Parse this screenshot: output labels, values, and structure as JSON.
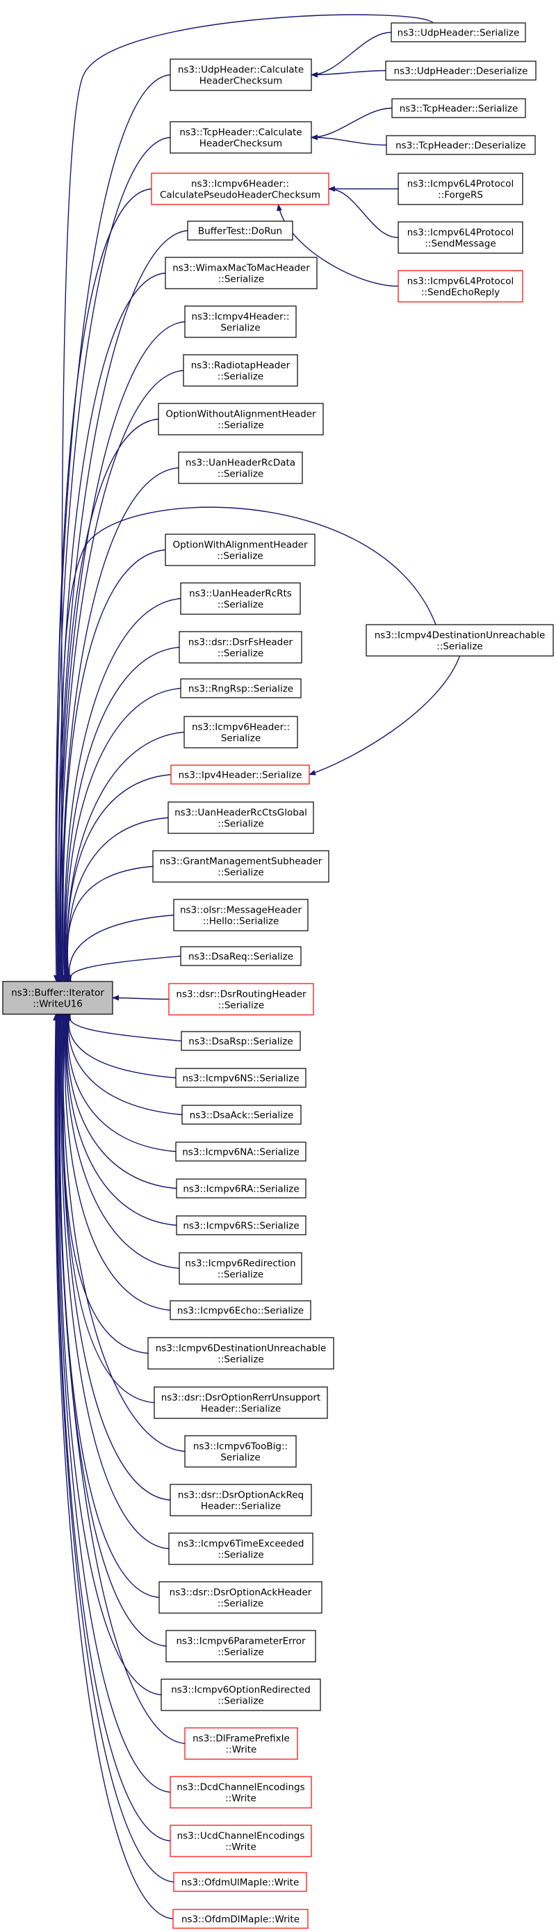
{
  "root": {
    "id": "root",
    "lines": [
      "ns3::Buffer::Iterator",
      "::WriteU16"
    ]
  },
  "nodes": [
    {
      "id": "udp_calc",
      "lines": [
        "ns3::UdpHeader::Calculate",
        "HeaderChecksum"
      ],
      "red": false
    },
    {
      "id": "tcp_calc",
      "lines": [
        "ns3::TcpHeader::Calculate",
        "HeaderChecksum"
      ],
      "red": false
    },
    {
      "id": "icmpv6_calc",
      "lines": [
        "ns3::Icmpv6Header::",
        "CalculatePseudoHeaderChecksum"
      ],
      "red": true
    },
    {
      "id": "buffertest",
      "lines": [
        "BufferTest::DoRun"
      ],
      "red": false
    },
    {
      "id": "wimax",
      "lines": [
        "ns3::WimaxMacToMacHeader",
        "::Serialize"
      ],
      "red": false
    },
    {
      "id": "icmpv4hdr",
      "lines": [
        "ns3::Icmpv4Header::",
        "Serialize"
      ],
      "red": false
    },
    {
      "id": "radiotap",
      "lines": [
        "ns3::RadiotapHeader",
        "::Serialize"
      ],
      "red": false
    },
    {
      "id": "optwithout",
      "lines": [
        "OptionWithoutAlignmentHeader",
        "::Serialize"
      ],
      "red": false
    },
    {
      "id": "uanrcdata",
      "lines": [
        "ns3::UanHeaderRcData",
        "::Serialize"
      ],
      "red": false
    },
    {
      "id": "optwith",
      "lines": [
        "OptionWithAlignmentHeader",
        "::Serialize"
      ],
      "red": false
    },
    {
      "id": "uanrcrts",
      "lines": [
        "ns3::UanHeaderRcRts",
        "::Serialize"
      ],
      "red": false
    },
    {
      "id": "dsrfs",
      "lines": [
        "ns3::dsr::DsrFsHeader",
        "::Serialize"
      ],
      "red": false
    },
    {
      "id": "rngrsp",
      "lines": [
        "ns3::RngRsp::Serialize"
      ],
      "red": false
    },
    {
      "id": "icmpv6hdr",
      "lines": [
        "ns3::Icmpv6Header::",
        "Serialize"
      ],
      "red": false
    },
    {
      "id": "ipv4hdr",
      "lines": [
        "ns3::Ipv4Header::Serialize"
      ],
      "red": true
    },
    {
      "id": "uanctsglobal",
      "lines": [
        "ns3::UanHeaderRcCtsGlobal",
        "::Serialize"
      ],
      "red": false
    },
    {
      "id": "grantmgmt",
      "lines": [
        "ns3::GrantManagementSubheader",
        "::Serialize"
      ],
      "red": false
    },
    {
      "id": "olsrhello",
      "lines": [
        "ns3::olsr::MessageHeader",
        "::Hello::Serialize"
      ],
      "red": false
    },
    {
      "id": "dsareq",
      "lines": [
        "ns3::DsaReq::Serialize"
      ],
      "red": false
    },
    {
      "id": "dsrrouting",
      "lines": [
        "ns3::dsr::DsrRoutingHeader",
        "::Serialize"
      ],
      "red": true
    },
    {
      "id": "dsarsp",
      "lines": [
        "ns3::DsaRsp::Serialize"
      ],
      "red": false
    },
    {
      "id": "icmpv6ns",
      "lines": [
        "ns3::Icmpv6NS::Serialize"
      ],
      "red": false
    },
    {
      "id": "dsaack",
      "lines": [
        "ns3::DsaAck::Serialize"
      ],
      "red": false
    },
    {
      "id": "icmpv6na",
      "lines": [
        "ns3::Icmpv6NA::Serialize"
      ],
      "red": false
    },
    {
      "id": "icmpv6ra",
      "lines": [
        "ns3::Icmpv6RA::Serialize"
      ],
      "red": false
    },
    {
      "id": "icmpv6rs",
      "lines": [
        "ns3::Icmpv6RS::Serialize"
      ],
      "red": false
    },
    {
      "id": "icmpv6redir",
      "lines": [
        "ns3::Icmpv6Redirection",
        "::Serialize"
      ],
      "red": false
    },
    {
      "id": "icmpv6echo",
      "lines": [
        "ns3::Icmpv6Echo::Serialize"
      ],
      "red": false
    },
    {
      "id": "icmpv6destun",
      "lines": [
        "ns3::Icmpv6DestinationUnreachable",
        "::Serialize"
      ],
      "red": false
    },
    {
      "id": "dsrrerr",
      "lines": [
        "ns3::dsr::DsrOptionRerrUnsupport",
        "Header::Serialize"
      ],
      "red": false
    },
    {
      "id": "icmpv6toobig",
      "lines": [
        "ns3::Icmpv6TooBig::",
        "Serialize"
      ],
      "red": false
    },
    {
      "id": "dsrackreq",
      "lines": [
        "ns3::dsr::DsrOptionAckReq",
        "Header::Serialize"
      ],
      "red": false
    },
    {
      "id": "icmpv6timeex",
      "lines": [
        "ns3::Icmpv6TimeExceeded",
        "::Serialize"
      ],
      "red": false
    },
    {
      "id": "dsrack",
      "lines": [
        "ns3::dsr::DsrOptionAckHeader",
        "::Serialize"
      ],
      "red": false
    },
    {
      "id": "icmpv6paramerr",
      "lines": [
        "ns3::Icmpv6ParameterError",
        "::Serialize"
      ],
      "red": false
    },
    {
      "id": "icmpv6optredir",
      "lines": [
        "ns3::Icmpv6OptionRedirected",
        "::Serialize"
      ],
      "red": false
    },
    {
      "id": "dlframe",
      "lines": [
        "ns3::DlFramePrefixIe",
        "::Write"
      ],
      "red": true
    },
    {
      "id": "dcdchan",
      "lines": [
        "ns3::DcdChannelEncodings",
        "::Write"
      ],
      "red": true
    },
    {
      "id": "ucdchan",
      "lines": [
        "ns3::UcdChannelEncodings",
        "::Write"
      ],
      "red": true
    },
    {
      "id": "ofdmul",
      "lines": [
        "ns3::OfdmUlMapIe::Write"
      ],
      "red": true
    },
    {
      "id": "ofdmdl",
      "lines": [
        "ns3::OfdmDlMapIe::Write"
      ],
      "red": true
    },
    {
      "id": "udp_ser",
      "lines": [
        "ns3::UdpHeader::Serialize"
      ],
      "red": false
    },
    {
      "id": "udp_deser",
      "lines": [
        "ns3::UdpHeader::Deserialize"
      ],
      "red": false
    },
    {
      "id": "tcp_ser",
      "lines": [
        "ns3::TcpHeader::Serialize"
      ],
      "red": false
    },
    {
      "id": "tcp_deser",
      "lines": [
        "ns3::TcpHeader::Deserialize"
      ],
      "red": false
    },
    {
      "id": "forgers",
      "lines": [
        "ns3::Icmpv6L4Protocol",
        "::ForgeRS"
      ],
      "red": false
    },
    {
      "id": "sendmsg",
      "lines": [
        "ns3::Icmpv6L4Protocol",
        "::SendMessage"
      ],
      "red": false
    },
    {
      "id": "sendecho",
      "lines": [
        "ns3::Icmpv6L4Protocol",
        "::SendEchoReply"
      ],
      "red": true
    },
    {
      "id": "icmpv4destun",
      "lines": [
        "ns3::Icmpv4DestinationUnreachable",
        "::Serialize"
      ],
      "red": false
    }
  ],
  "edges": [
    [
      "udp_ser",
      "udp_calc"
    ],
    [
      "udp_deser",
      "udp_calc"
    ],
    [
      "tcp_ser",
      "tcp_calc"
    ],
    [
      "tcp_deser",
      "tcp_calc"
    ],
    [
      "forgers",
      "icmpv6_calc"
    ],
    [
      "sendmsg",
      "icmpv6_calc"
    ],
    [
      "sendecho",
      "icmpv6_calc"
    ],
    [
      "icmpv4destun",
      "ipv4hdr"
    ],
    [
      "udp_ser",
      "root"
    ],
    [
      "icmpv4destun",
      "root"
    ],
    [
      "udp_calc",
      "root"
    ],
    [
      "tcp_calc",
      "root"
    ],
    [
      "icmpv6_calc",
      "root"
    ],
    [
      "buffertest",
      "root"
    ],
    [
      "wimax",
      "root"
    ],
    [
      "icmpv4hdr",
      "root"
    ],
    [
      "radiotap",
      "root"
    ],
    [
      "optwithout",
      "root"
    ],
    [
      "uanrcdata",
      "root"
    ],
    [
      "optwith",
      "root"
    ],
    [
      "uanrcrts",
      "root"
    ],
    [
      "dsrfs",
      "root"
    ],
    [
      "rngrsp",
      "root"
    ],
    [
      "icmpv6hdr",
      "root"
    ],
    [
      "ipv4hdr",
      "root"
    ],
    [
      "uanctsglobal",
      "root"
    ],
    [
      "grantmgmt",
      "root"
    ],
    [
      "olsrhello",
      "root"
    ],
    [
      "dsareq",
      "root"
    ],
    [
      "dsrrouting",
      "root"
    ],
    [
      "dsarsp",
      "root"
    ],
    [
      "icmpv6ns",
      "root"
    ],
    [
      "dsaack",
      "root"
    ],
    [
      "icmpv6na",
      "root"
    ],
    [
      "icmpv6ra",
      "root"
    ],
    [
      "icmpv6rs",
      "root"
    ],
    [
      "icmpv6redir",
      "root"
    ],
    [
      "icmpv6echo",
      "root"
    ],
    [
      "icmpv6destun",
      "root"
    ],
    [
      "dsrrerr",
      "root"
    ],
    [
      "icmpv6toobig",
      "root"
    ],
    [
      "dsrackreq",
      "root"
    ],
    [
      "icmpv6timeex",
      "root"
    ],
    [
      "dsrack",
      "root"
    ],
    [
      "icmpv6paramerr",
      "root"
    ],
    [
      "icmpv6optredir",
      "root"
    ],
    [
      "dlframe",
      "root"
    ],
    [
      "dcdchan",
      "root"
    ],
    [
      "ucdchan",
      "root"
    ],
    [
      "ofdmul",
      "root"
    ],
    [
      "ofdmdl",
      "root"
    ]
  ],
  "colors": {
    "edge": "#191970",
    "node_border": "#000000",
    "highlight_border": "#ff0000",
    "root_fill": "#bfbfbf"
  }
}
